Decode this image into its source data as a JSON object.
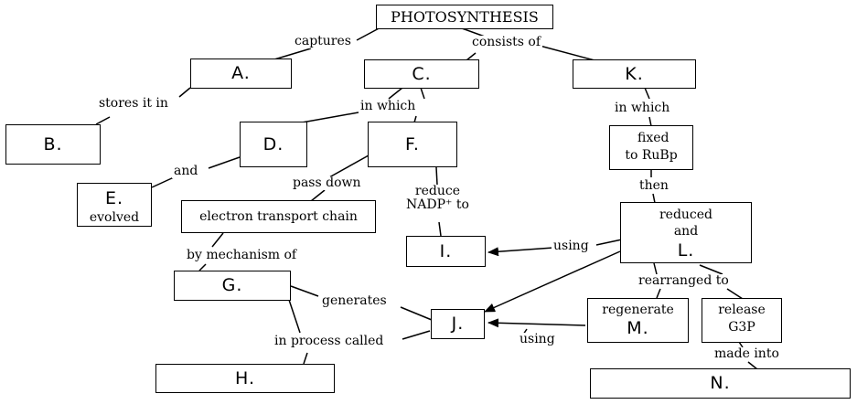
{
  "title": "PHOTOSYNTHESIS",
  "boxes": {
    "a": "A.",
    "b": "B.",
    "c": "C.",
    "d": "D.",
    "e": "E.",
    "e_sub": "evolved",
    "f": "F.",
    "k": "K.",
    "etc": "electron transport chain",
    "g": "G.",
    "h": "H.",
    "i": "I.",
    "j": "J.",
    "k_fixed_1": "fixed",
    "k_fixed_2": "to RuBp",
    "l_1": "reduced",
    "l_2": "and",
    "l_letter": "L.",
    "m_1": "regenerate",
    "m_letter": "M.",
    "g3p_1": "release",
    "g3p_2": "G3P",
    "n": "N."
  },
  "labels": {
    "captures": "captures",
    "consists_of": "consists of",
    "stores_it_in": "stores it in",
    "in_which_c": "in which",
    "in_which_k": "in which",
    "and": "and",
    "pass_down": "pass down",
    "reduce_1": "reduce",
    "reduce_2": "NADP⁺ to",
    "then": "then",
    "by_mechanism_of": "by mechanism of",
    "using_i": "using",
    "rearranged_to": "rearranged to",
    "generates": "generates",
    "in_process_called": "in process called",
    "using_j": "using",
    "made_into": "made into"
  }
}
